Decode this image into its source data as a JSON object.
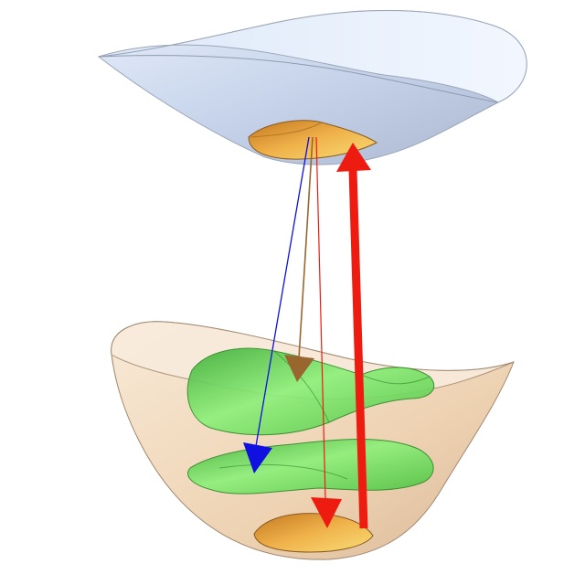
{
  "figure": {
    "upper_surface": {
      "fill": "#cfdcf0",
      "rim": "#e4eefb",
      "edge": "#9aa6b8"
    },
    "lower_surface": {
      "fill": "#f1d9bd",
      "rim": "#f8eadb",
      "edge": "#a08870"
    },
    "minimum_cap": {
      "fill": "#e8a640",
      "highlight": "#f6d36a"
    },
    "green_sheet": {
      "fill": "#5fcc4a",
      "light": "#8fe879",
      "dark": "#2e9a2a"
    },
    "arrows": [
      {
        "id": "red-thick-up",
        "color": "#ee1c10"
      },
      {
        "id": "red-thin-down",
        "color": "#ee1c10"
      },
      {
        "id": "brown-down",
        "color": "#9a6630"
      },
      {
        "id": "blue-down",
        "color": "#1010e0"
      }
    ]
  }
}
